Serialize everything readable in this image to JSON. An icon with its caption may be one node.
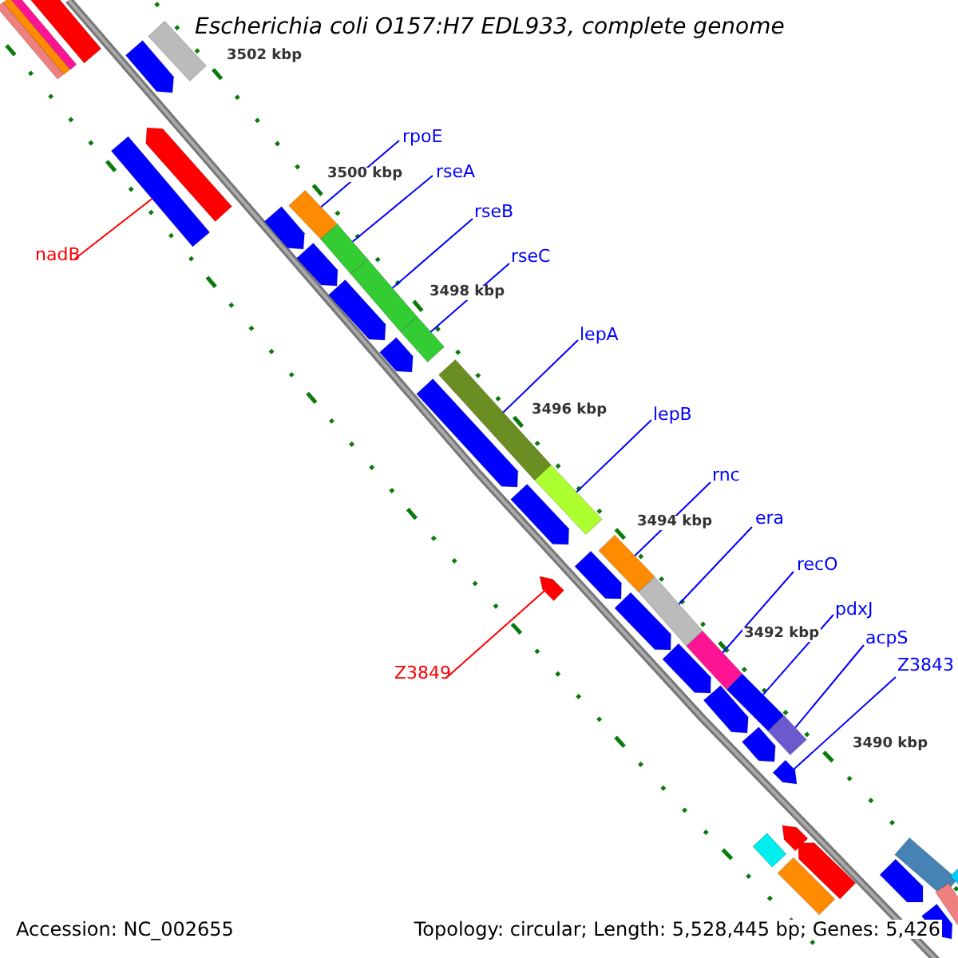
{
  "diagram": {
    "title": "Escherichia coli O157:H7 EDL933, complete genome",
    "nodes": [
      {
        "text": [
          "nadB"
        ]
      },
      {
        "text": [
          "rpoE"
        ]
      },
      {
        "text": [
          "rseA"
        ]
      },
      {
        "text": [
          "rseB"
        ]
      },
      {
        "text": [
          "rseC"
        ]
      },
      {
        "text": [
          "lepA"
        ]
      },
      {
        "text": [
          "lepB"
        ]
      },
      {
        "text": [
          "rnc"
        ]
      },
      {
        "text": [
          "era"
        ]
      },
      {
        "text": [
          "recO"
        ]
      },
      {
        "text": [
          "pdxJ"
        ]
      },
      {
        "text": [
          "acpS"
        ]
      },
      {
        "text": [
          "Z3843"
        ]
      },
      {
        "text": [
          "Z3849"
        ]
      },
      {
        "text": [],
        "shape": "bar"
      },
      {
        "text": [],
        "shape": "bar"
      },
      {
        "text": [],
        "shape": "bar"
      },
      {
        "text": [],
        "shape": "bar"
      },
      {
        "text": [],
        "shape": "bar"
      },
      {
        "text": [],
        "shape": "bar"
      },
      {
        "text": [],
        "shape": "bar"
      },
      {
        "text": [],
        "shape": "bar"
      },
      {
        "text": [],
        "shape": "bar"
      },
      {
        "text": [],
        "shape": "bar"
      },
      {
        "text": [],
        "shape": "bar"
      },
      {
        "text": [],
        "shape": "bar"
      },
      {
        "text": [],
        "shape": "bar"
      },
      {
        "text": [],
        "shape": "bar"
      },
      {
        "text": [],
        "shape": "bar"
      },
      {
        "text": [],
        "shape": "bar"
      },
      {
        "text": [],
        "shape": "bar"
      },
      {
        "text": [],
        "shape": "bar"
      },
      {
        "text": [],
        "shape": "bar"
      },
      {
        "text": [],
        "shape": "bar"
      },
      {
        "text": [],
        "shape": "bar"
      },
      {
        "text": [],
        "shape": "bar"
      },
      {
        "text": [],
        "shape": "bar"
      },
      {
        "text": [],
        "shape": "bar"
      },
      {
        "text": [],
        "shape": "bar"
      },
      {
        "text": [],
        "shape": "bar"
      },
      {
        "text": [],
        "shape": "bar"
      },
      {
        "text": [],
        "shape": "bar"
      },
      {
        "text": [],
        "shape": "bar"
      },
      {
        "text": [],
        "shape": "bar"
      },
      {
        "text": [],
        "shape": "bar"
      },
      {
        "text": [],
        "shape": "bar"
      },
      {
        "text": [],
        "shape": "bar"
      },
      {
        "text": [],
        "shape": "bar"
      },
      {
        "text": [],
        "shape": "bar"
      },
      {
        "text": [],
        "shape": "bar"
      },
      {
        "text": [],
        "shape": "bar"
      },
      {
        "text": [],
        "shape": "bar"
      },
      {
        "text": [],
        "shape": "bar"
      },
      {
        "text": [],
        "shape": "bar"
      },
      {
        "text": [],
        "shape": "bar"
      }
    ],
    "edges": [
      {
        "from": 0,
        "to": 14,
        "arrow": "none",
        "color": "#ff0000"
      },
      {
        "from": 1,
        "to": 15,
        "arrow": "none"
      },
      {
        "from": 2,
        "to": 16,
        "arrow": "none"
      },
      {
        "from": 3,
        "to": 17,
        "arrow": "none"
      },
      {
        "from": 4,
        "to": 18,
        "arrow": "none"
      },
      {
        "from": 5,
        "to": 19,
        "arrow": "none"
      },
      {
        "from": 6,
        "to": 20,
        "arrow": "none"
      },
      {
        "from": 7,
        "to": 21,
        "arrow": "none"
      },
      {
        "from": 8,
        "to": 22,
        "arrow": "none"
      },
      {
        "from": 9,
        "to": 23,
        "arrow": "none"
      },
      {
        "from": 10,
        "to": 24,
        "arrow": "none"
      },
      {
        "from": 11,
        "to": 25,
        "arrow": "none"
      },
      {
        "from": 12,
        "to": 26,
        "arrow": "none"
      },
      {
        "from": 13,
        "to": 27,
        "arrow": "none",
        "color": "#ff0000"
      }
    ],
    "labels": [
      "3502 kbp",
      "3500 kbp",
      "3498 kbp",
      "3496 kbp",
      "3494 kbp",
      "3492 kbp",
      "3490 kbp",
      "Accession: NC_002655",
      "Topology: circular; Length: 5,528,445 bp; Genes: 5,426"
    ]
  }
}
